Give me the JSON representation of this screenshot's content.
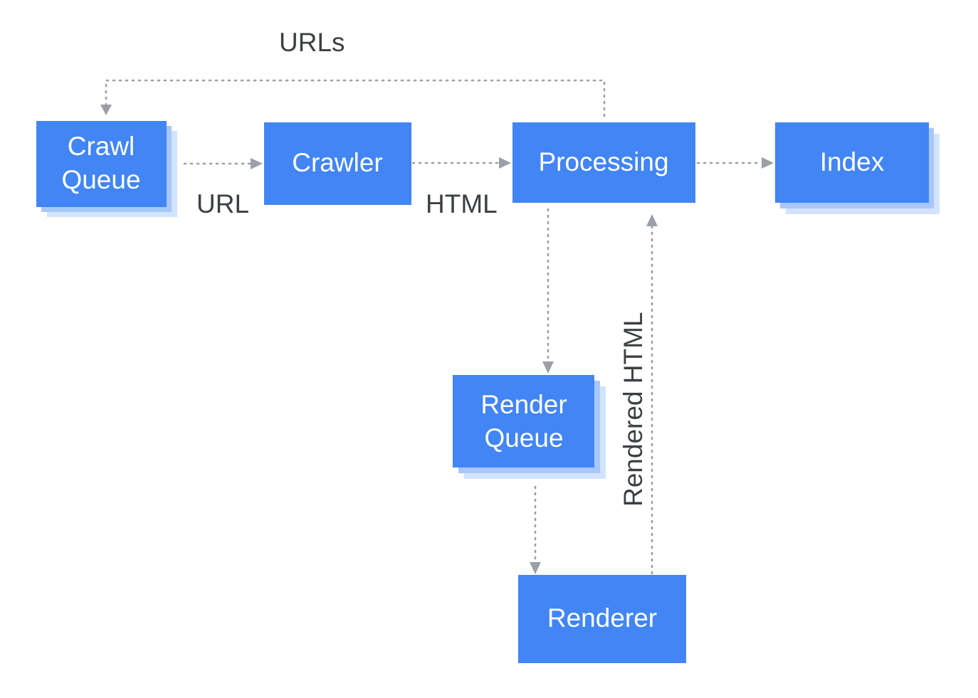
{
  "nodes": {
    "crawl_queue": {
      "line1": "Crawl",
      "line2": "Queue"
    },
    "crawler": {
      "label": "Crawler"
    },
    "processing": {
      "label": "Processing"
    },
    "index": {
      "label": "Index"
    },
    "render_queue": {
      "line1": "Render",
      "line2": "Queue"
    },
    "renderer": {
      "label": "Renderer"
    }
  },
  "edges": {
    "urls": "URLs",
    "url": "URL",
    "html": "HTML",
    "rendered_html": "Rendered HTML"
  },
  "colors": {
    "box": "#4285f4",
    "box_shadow_1": "#a8c7fa",
    "box_shadow_2": "#d2e3fc",
    "box_text": "#ffffff",
    "connector": "#9aa0a6",
    "label_text": "#3c4043"
  }
}
